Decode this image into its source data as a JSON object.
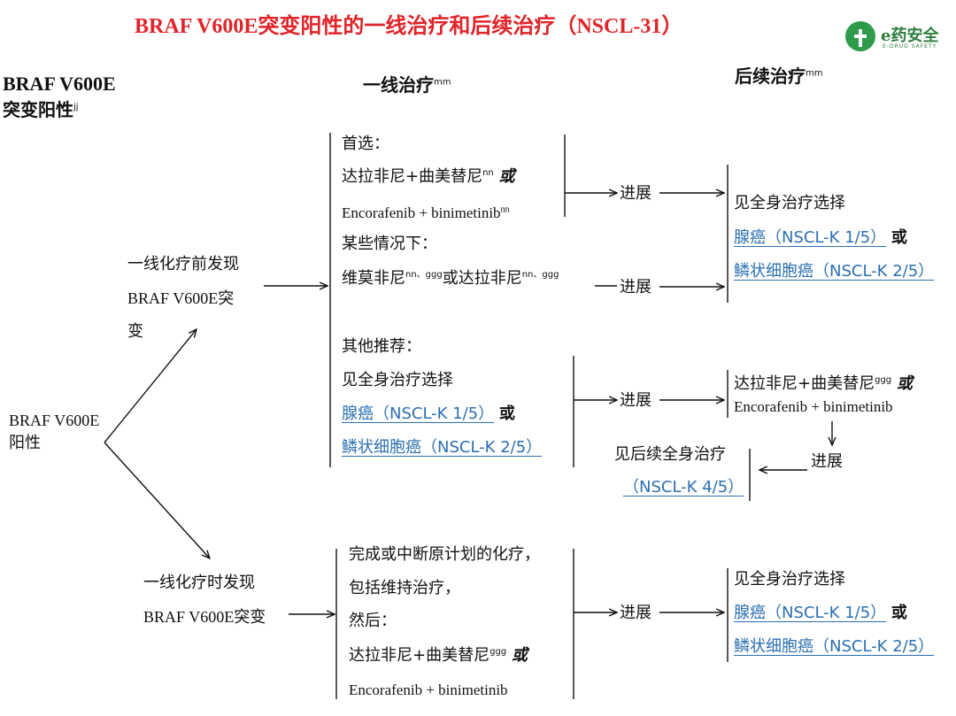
{
  "title": "BRAF V600E突变阳性的一线治疗和后续治疗（NSCL-31）",
  "logo": {
    "main": "e药安全",
    "sub": "E-DRUG SAFETY"
  },
  "headers": {
    "left_line1": "BRAF V600E",
    "left_line2": "突变阳性",
    "left_sup": "jj",
    "first_line": "一线治疗",
    "first_line_sup": "mm",
    "subsequent": "后续治疗",
    "subsequent_sup": "mm"
  },
  "root": {
    "line1": "BRAF V600E",
    "line2": "阳性"
  },
  "branch_before": {
    "line1": "一线化疗前发现",
    "line2": "BRAF V600E突",
    "line3": "变"
  },
  "branch_during": {
    "line1": "一线化疗时发现",
    "line2": "BRAF V600E突变"
  },
  "preferred": {
    "label": "首选：",
    "regimen_cn": "达拉非尼+曲美替尼",
    "regimen_cn_sup": "nn",
    "or": "或",
    "regimen_en": "Encorafenib + binimetinib",
    "regimen_en_sup": "nn"
  },
  "certain": {
    "label": "某些情况下：",
    "drug1": "维莫非尼",
    "drug1_sup": "nn、ggg",
    "or": "或",
    "drug2": "达拉非尼",
    "drug2_sup": "nn、ggg"
  },
  "other": {
    "label": "其他推荐：",
    "systemic": "见全身治疗选择",
    "adeno": "腺癌（NSCL-K 1/5）",
    "or": "或",
    "squamous": "鳞状细胞癌（NSCL-K 2/5）"
  },
  "progress": "进展",
  "subsequent_top": {
    "systemic": "见全身治疗选择",
    "adeno": "腺癌（NSCL-K 1/5）",
    "or": "或",
    "squamous": "鳞状细胞癌（NSCL-K 2/5）"
  },
  "subsequent_mid": {
    "regimen_cn": "达拉非尼+曲美替尼",
    "regimen_cn_sup": "ggg",
    "or": "或",
    "regimen_en": "Encorafenib + binimetinib"
  },
  "later": {
    "line1": "见后续全身治疗",
    "line2": "（NSCL-K 4/5）"
  },
  "during_box": {
    "line1": "完成或中断原计划的化疗，",
    "line2": "包括维持治疗，",
    "line3": "然后：",
    "regimen_cn": "达拉非尼+曲美替尼",
    "regimen_cn_sup": "ggg",
    "or": "或",
    "regimen_en": "Encorafenib + binimetinib"
  },
  "subsequent_bottom": {
    "systemic": "见全身治疗选择",
    "adeno": "腺癌（NSCL-K 1/5）",
    "or": "或",
    "squamous": "鳞状细胞癌（NSCL-K 2/5）"
  },
  "colors": {
    "title": "#e0242a",
    "link": "#2b6fb2",
    "logo": "#2e9a4a"
  }
}
